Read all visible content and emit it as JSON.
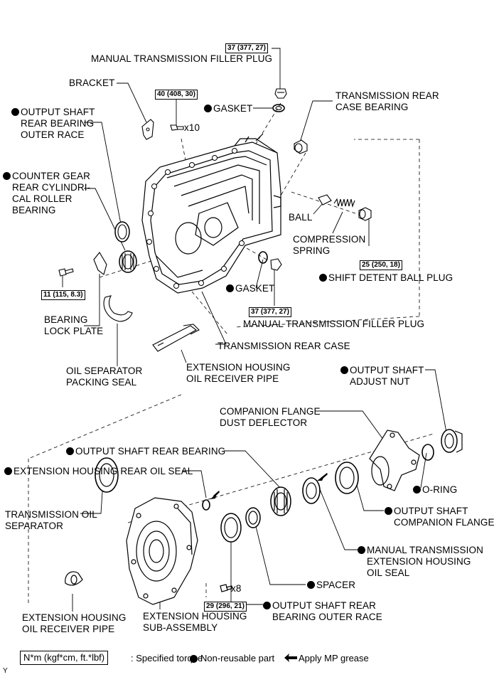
{
  "labels": {
    "filler_plug_top": "MANUAL TRANSMISSION FILLER PLUG",
    "bracket": "BRACKET",
    "gasket_top": "GASKET",
    "rear_case_bearing_1": "TRANSMISSION REAR",
    "rear_case_bearing_2": "CASE BEARING",
    "output_outer_race_1": "OUTPUT SHAFT",
    "output_outer_race_2": "REAR BEARING",
    "output_outer_race_3": "OUTER RACE",
    "counter_gear_1": "COUNTER GEAR",
    "counter_gear_2": "REAR CYLINDRI-",
    "counter_gear_3": "CAL ROLLER",
    "counter_gear_4": "BEARING",
    "x10": "x10",
    "ball": "BALL",
    "compression_1": "COMPRESSION",
    "compression_2": "SPRING",
    "detent_plug": "SHIFT DETENT BALL PLUG",
    "gasket_mid": "GASKET",
    "filler_plug_mid": "MANUAL TRANSMISSION FILLER PLUG",
    "lock_plate_1": "BEARING",
    "lock_plate_2": "LOCK PLATE",
    "rear_case": "TRANSMISSION REAR CASE",
    "oil_sep_seal_1": "OIL SEPARATOR",
    "oil_sep_seal_2": "PACKING SEAL",
    "ext_pipe_top_1": "EXTENSION HOUSING",
    "ext_pipe_top_2": "OIL RECEIVER PIPE",
    "adjust_nut_1": "OUTPUT SHAFT",
    "adjust_nut_2": "ADJUST NUT",
    "dust_deflector_1": "COMPANION FLANGE",
    "dust_deflector_2": "DUST DEFLECTOR",
    "rear_bearing": "OUTPUT SHAFT REAR BEARING",
    "rear_oil_seal": "EXTENSION HOUSING REAR OIL SEAL",
    "oring": "O-RING",
    "trans_oil_sep_1": "TRANSMISSION OIL",
    "trans_oil_sep_2": "SEPARATOR",
    "companion_flange_1": "OUTPUT SHAFT",
    "companion_flange_2": "COMPANION FLANGE",
    "ext_oil_seal_1": "MANUAL TRANSMISSION",
    "ext_oil_seal_2": "EXTENSION HOUSING",
    "ext_oil_seal_3": "OIL SEAL",
    "spacer": "SPACER",
    "x8": "x8",
    "outer_race_bottom_1": "OUTPUT SHAFT REAR",
    "outer_race_bottom_2": "BEARING OUTER RACE",
    "ext_pipe_bottom_1": "EXTENSION HOUSING",
    "ext_pipe_bottom_2": "OIL RECEIVER PIPE",
    "ext_housing_1": "EXTENSION HOUSING",
    "ext_housing_2": "SUB-ASSEMBLY"
  },
  "torques": {
    "filler_top": "37 (377, 27)",
    "bolts_x10": "40 (408, 30)",
    "lock_plate_bolt": "11 (115, 8.3)",
    "detent_plug": "25 (250, 18)",
    "filler_mid": "37 (377, 27)",
    "bolts_x8": "29 (296, 21)"
  },
  "legend": {
    "box": "N*m (kgf*cm, ft.*lbf)",
    "torque_text": ": Specified torque",
    "nonreusable": "Non-reusable part",
    "grease": "Apply MP grease"
  },
  "corner_mark": "Y"
}
